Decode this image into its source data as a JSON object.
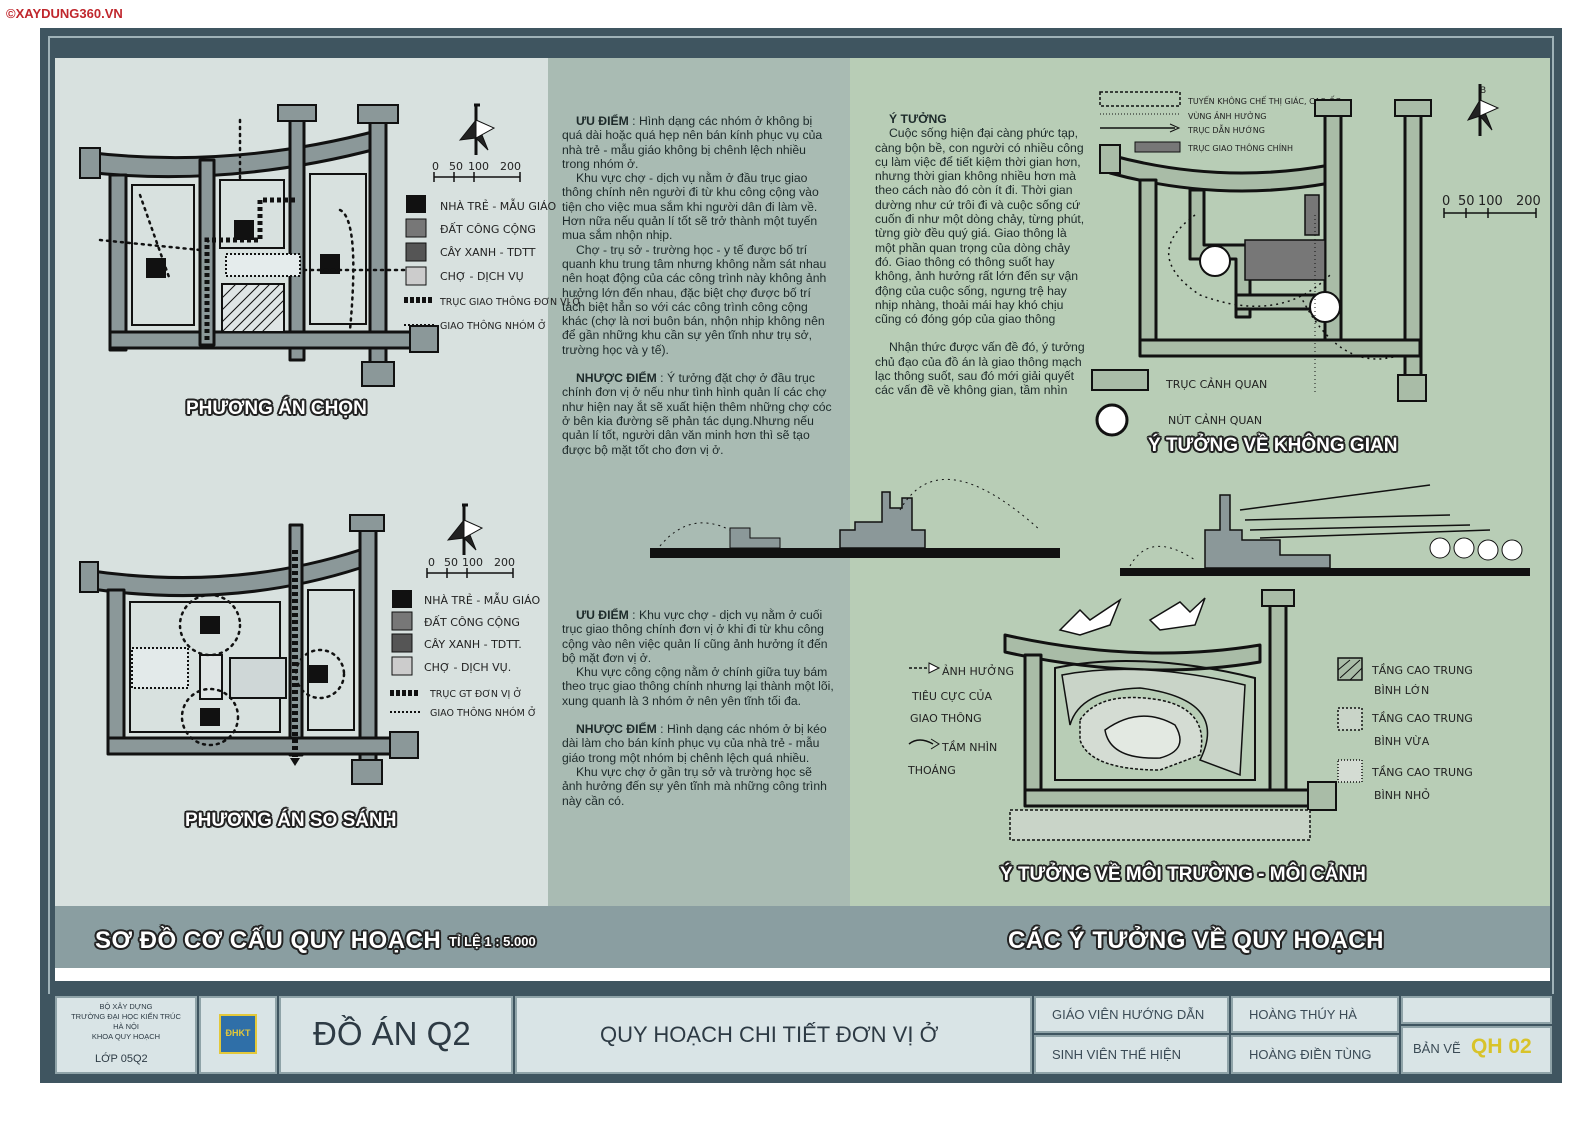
{
  "watermark": "©XAYDUNG360.VN",
  "left_panel": {
    "captions": {
      "selected": "PHƯƠNG ÁN CHỌN",
      "compare": "PHƯƠNG ÁN SO SÁNH"
    },
    "scale_bar": [
      "0",
      "50",
      "100",
      "200"
    ],
    "legend_top": [
      {
        "label": "NHÀ TRẺ - MẪU GIÁO",
        "icon": "solid-square"
      },
      {
        "label": "ĐẤT CÔNG CỘNG",
        "icon": "hatched-square"
      },
      {
        "label": "CÂY XANH - TDTT",
        "icon": "dotted-square"
      },
      {
        "label": "CHỢ - DỊCH VỤ",
        "icon": "stippled-square"
      },
      {
        "label": "TRỤC GIAO THÔNG ĐƠN VỊ Ở",
        "icon": "thick-arrow"
      },
      {
        "label": "GIAO THÔNG NHÓM Ở",
        "icon": "dotted-arrow"
      }
    ],
    "legend_bottom": [
      {
        "label": "NHÀ TRẺ - MẪU GIÁO",
        "icon": "solid-square"
      },
      {
        "label": "ĐẤT CÔNG CỘNG",
        "icon": "hatched-square"
      },
      {
        "label": "CÂY XANH - TDTT.",
        "icon": "dotted-square"
      },
      {
        "label": "CHỢ - DỊCH VỤ.",
        "icon": "stippled-square"
      },
      {
        "label": "TRỤC GT ĐƠN VỊ Ở",
        "icon": "thick-arrow"
      },
      {
        "label": "GIAO THÔNG NHÓM Ở",
        "icon": "dotted-arrow"
      }
    ]
  },
  "middle_panel": {
    "block1": {
      "adv_title": "ƯU ĐIỂM",
      "adv_text": " : Hình dạng các nhóm ở không bị quá dài hoặc quá hẹp nên bán kính phục vụ của nhà trẻ - mẫu giáo không bị chênh lệch nhiều trong nhóm ở.",
      "adv_p2": "Khu vực chợ - dịch vụ nằm ở đầu trục giao thông chính nên người đi từ khu công cộng vào tiện cho việc mua sắm khi người dân đi làm về. Hơn nữa nếu quản lí tốt sẽ trở thành một tuyến mua sắm nhộn nhịp.",
      "adv_p3": "Chợ - trụ sở - trường học - y tế được bố trí quanh khu trung tâm nhưng không nằm sát nhau nên hoạt động của các công trình này không ảnh hưởng lớn đến nhau, đặc biệt chợ được bố trí tách biệt hẳn so với các công trình công cộng khác (chợ là nơi buôn bán, nhộn nhịp không nên để gần những khu cần sự yên tĩnh như trụ sở, trường học và y tế).",
      "dis_title": "NHƯỢC ĐIỂM",
      "dis_text": " : Ý tưởng đặt chợ ở đầu trục chính đơn vị ở nếu như tình hình quản lí các chợ như hiện nay ắt sẽ xuất hiện thêm những chợ cóc ở bên kia đường sẽ phản tác dụng.Nhưng nếu quản lí tốt, người dân văn minh hơn thì sẽ tạo được bộ mặt tốt cho đơn vị ở."
    },
    "block2": {
      "adv_title": "ƯU ĐIỂM",
      "adv_text": " : Khu vực chợ - dịch vụ nằm ở cuối trục giao thông chính đơn vị ở khi đi từ khu công cộng vào nên việc quản lí cũng ảnh hưởng ít đến bộ mặt đơn vị ở.",
      "adv_p2": "Khu vực công cộng nằm ở chính giữa tuy bám theo trục giao thông chính nhưng lại thành một lõi, xung quanh là 3 nhóm ở nên yên tĩnh tối đa.",
      "dis_title": "NHƯỢC ĐIỂM",
      "dis_text": " : Hình dạng các nhóm ở bị kéo dài làm cho bán kính phục vụ của nhà trẻ - mẫu giáo trong một nhóm bị chênh lệch quá nhiều.",
      "dis_p2": "Khu vực chợ ở gần trụ sở và trường học sẽ ảnh hưởng đến sự yên tĩnh mà những công trình này cần có."
    }
  },
  "right_panel": {
    "idea_title": "Ý TƯỞNG",
    "idea_text": "Cuộc sống hiện đại càng phức tạp, càng bộn bề, con người có nhiều công cụ làm việc để tiết kiệm thời gian hơn, nhưng thời gian không nhiều hơn mà theo cách nào đó còn ít đi. Thời gian dường như cứ trôi đi và cuộc sống cứ cuốn đi như một dòng chảy, từng phút, từng giờ đều quý giá. Giao thông là một phần quan trọng của dòng chảy đó. Giao thông có thông suốt hay không, ảnh hưởng rất lớn đến sự vận động của cuộc sống, ngưng trệ hay nhịp nhàng, thoải mái hay khó chịu cũng có đóng góp của giao thông",
    "idea_text2": "Nhận thức được vấn đề đó, ý tưởng chủ đạo của đồ án là giao thông mạch lạc thông suốt, sau đó mới giải quyết các vấn đề về không gian, tầm nhìn",
    "space_legend": [
      "TUYẾN KHÔNG CHẾ THỊ GIÁC, CAO ỐC",
      "VÙNG ẢNH HƯỞNG",
      "TRỤC DẪN HƯỚNG",
      "TRỤC GIAO THÔNG CHÍNH"
    ],
    "space_legend2": [
      "TRỤC CẢNH QUAN",
      "NÚT CẢNH QUAN"
    ],
    "scale_bar": [
      "0",
      "50",
      "100",
      "200"
    ],
    "north_label": "B",
    "caption_space": "Ý TƯỞNG VỀ KHÔNG GIAN",
    "env_legend_left": [
      "ẢNH HƯỞNG",
      "TIÊU CỰC CỦA",
      "GIAO THÔNG",
      "TẦM NHÌN",
      "THOÁNG"
    ],
    "env_legend_right": [
      [
        "TẦNG CAO TRUNG",
        "BÌNH LỚN"
      ],
      [
        "TẦNG CAO TRUNG",
        "BÌNH VỪA"
      ],
      [
        "TẦNG CAO TRUNG",
        "BÌNH NHỎ"
      ]
    ],
    "caption_env": "Ý TƯỞNG VỀ MÔI TRƯỜNG - MÔI CẢNH"
  },
  "band": {
    "left_title": "SƠ ĐỒ CƠ CẤU QUY HOẠCH",
    "scale": "TỈ LỆ 1 : 5.000",
    "right_title": "CÁC Ý TƯỞNG VỀ QUY HOẠCH"
  },
  "title_block": {
    "school_lines": [
      "BỘ XÂY DỰNG",
      "TRƯỜNG ĐẠI HỌC KIẾN TRÚC",
      "HÀ NỘI",
      "KHOA QUY HOẠCH"
    ],
    "class": "LỚP 05Q2",
    "logo_text": "ĐHKT",
    "project": "ĐỒ ÁN Q2",
    "subject": "QUY HOẠCH CHI TIẾT ĐƠN VỊ Ở",
    "advisor_label": "GIÁO VIÊN HƯỚNG DẪN",
    "advisor_name": "HOÀNG THÚY HÀ",
    "student_label": "SINH VIÊN THỂ HIỆN",
    "student_name": "HOÀNG ĐIỀN TÙNG",
    "sheet_label": "BẢN VẼ",
    "sheet_no": "QH 02"
  },
  "colors": {
    "frame": "#3f5560",
    "accent_gold": "#d8c32a",
    "panel_a": "#d8e1df",
    "panel_b": "#a9bbb3",
    "panel_c": "#b8cdb6"
  }
}
